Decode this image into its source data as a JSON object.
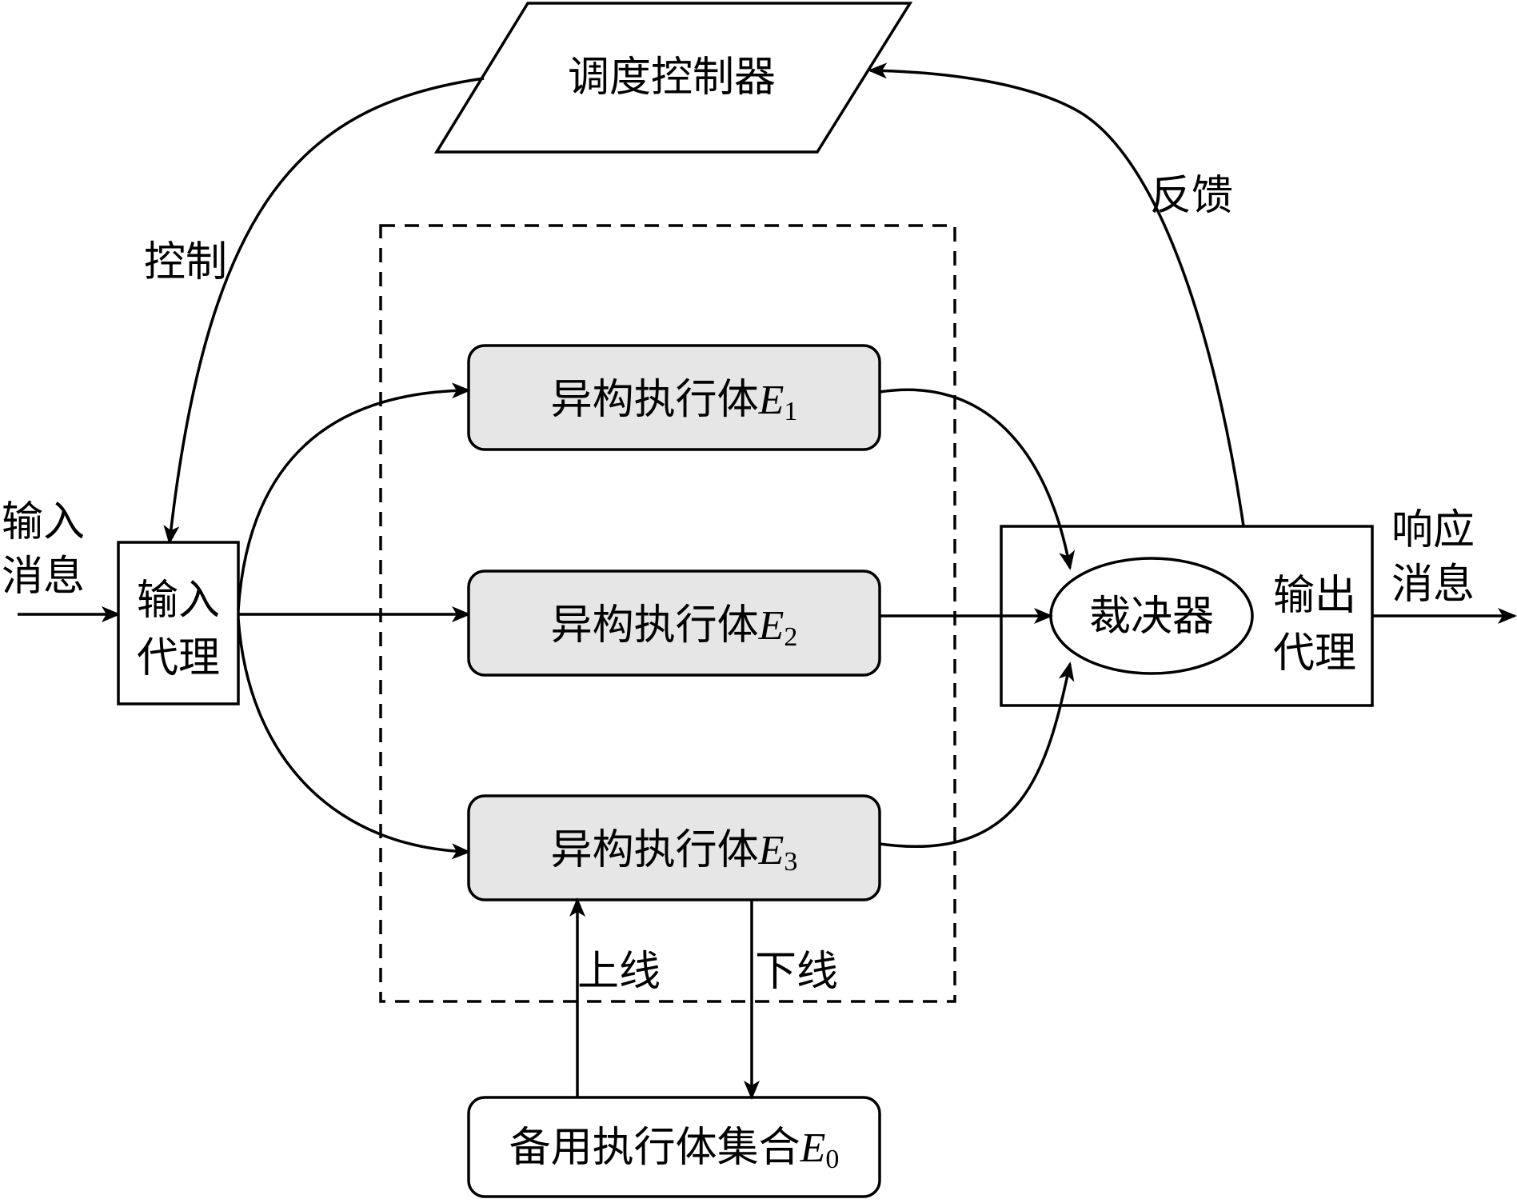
{
  "scheduler": {
    "label": "调度控制器"
  },
  "labels": {
    "control": "控制",
    "feedback": "反馈",
    "input_message": [
      "输入",
      "消息"
    ],
    "response_message": [
      "响应",
      "消息"
    ],
    "online": "上线",
    "offline": "下线"
  },
  "input_proxy": {
    "lines": [
      "输入",
      "代理"
    ]
  },
  "output_proxy": {
    "lines": [
      "输出",
      "代理"
    ]
  },
  "voter": {
    "label": "裁决器"
  },
  "executors": [
    {
      "prefix": "异构执行体",
      "symbol": "E",
      "sub": "1"
    },
    {
      "prefix": "异构执行体",
      "symbol": "E",
      "sub": "2"
    },
    {
      "prefix": "异构执行体",
      "symbol": "E",
      "sub": "3"
    }
  ],
  "backup": {
    "prefix": "备用执行体集合",
    "symbol": "E",
    "sub": "0"
  }
}
